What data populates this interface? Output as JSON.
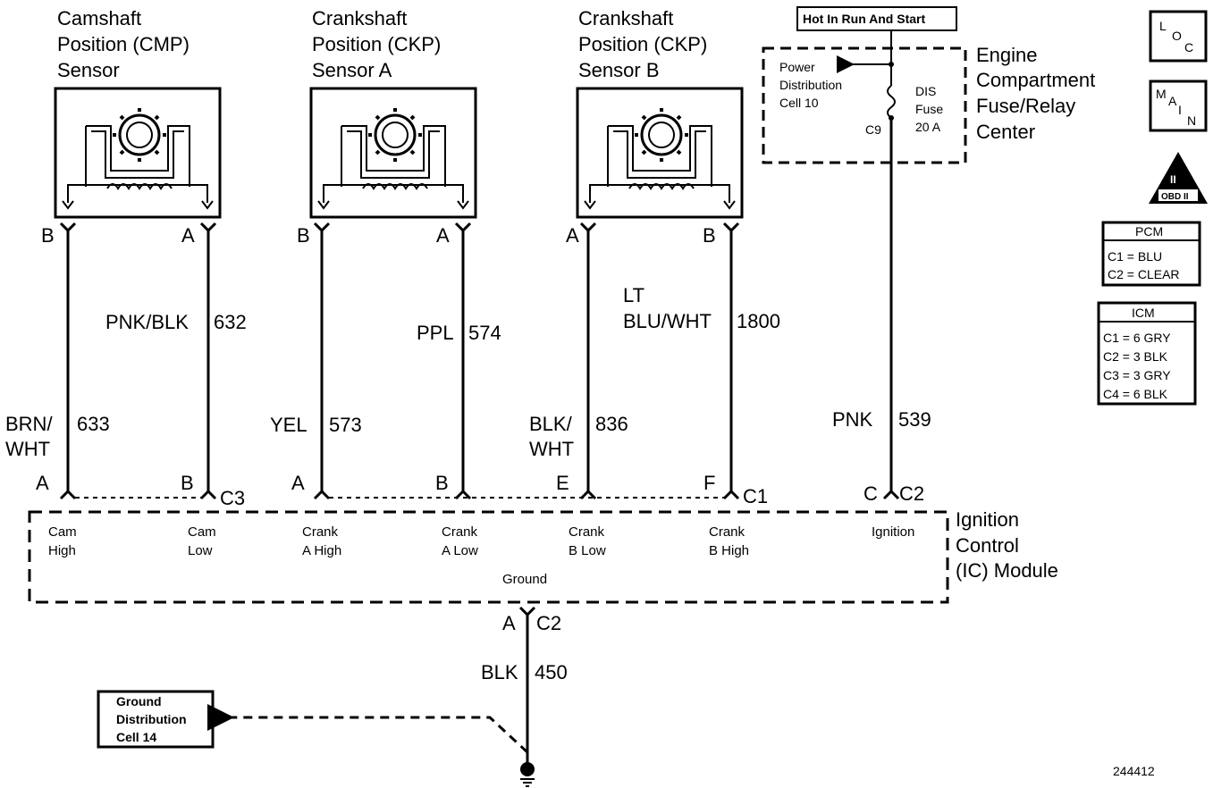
{
  "sensors": {
    "cmp": {
      "title": [
        "Camshaft",
        "Position (CMP)",
        "Sensor"
      ],
      "pin_left": "B",
      "pin_right": "A"
    },
    "ckp_a": {
      "title": [
        "Crankshaft",
        "Position (CKP)",
        "Sensor A"
      ],
      "pin_left": "B",
      "pin_right": "A"
    },
    "ckp_b": {
      "title": [
        "Crankshaft",
        "Position (CKP)",
        "Sensor B"
      ],
      "pin_left": "A",
      "pin_right": "B"
    }
  },
  "wires": {
    "w632": {
      "color": "PNK/BLK",
      "circuit": "632"
    },
    "w633": {
      "color": [
        "BRN/",
        "WHT"
      ],
      "circuit": "633"
    },
    "w573": {
      "color": "YEL",
      "circuit": "573"
    },
    "w574": {
      "color": "PPL",
      "circuit": "574"
    },
    "w836": {
      "color": [
        "BLK/",
        "WHT"
      ],
      "circuit": "836"
    },
    "w1800": {
      "color": [
        "LT",
        "BLU/WHT"
      ],
      "circuit": "1800"
    },
    "w539": {
      "color": "PNK",
      "circuit": "539"
    },
    "w450": {
      "color": "BLK",
      "circuit": "450"
    }
  },
  "fuse_center": {
    "hot_label": "Hot In Run And Start",
    "power_dist": [
      "Power",
      "Distribution",
      "Cell 10"
    ],
    "fuse": [
      "DIS",
      "Fuse",
      "20 A"
    ],
    "connector": "C9",
    "title": [
      "Engine",
      "Compartment",
      "Fuse/Relay",
      "Center"
    ]
  },
  "connectors": {
    "c3": {
      "label": "C3",
      "pins": [
        "A",
        "B"
      ]
    },
    "c1": {
      "label": "C1",
      "pins": [
        "A",
        "B",
        "E",
        "F"
      ]
    },
    "c2_top": {
      "label": "C2",
      "pin": "C"
    },
    "c2_bottom": {
      "label": "C2",
      "pin": "A"
    }
  },
  "module": {
    "title": [
      "Ignition",
      "Control",
      "(IC) Module"
    ],
    "terminals": [
      [
        "Cam",
        "High"
      ],
      [
        "Cam",
        "Low"
      ],
      [
        "Crank",
        "A High"
      ],
      [
        "Crank",
        "A Low"
      ],
      [
        "Crank",
        "B Low"
      ],
      [
        "Crank",
        "B High"
      ],
      [
        "Ignition",
        ""
      ]
    ],
    "ground": "Ground"
  },
  "ground_dist": [
    "Ground",
    "Distribution",
    "Cell 14"
  ],
  "side": {
    "loc": [
      "L",
      "O",
      "C"
    ],
    "main": [
      "M",
      "A",
      "I",
      "N"
    ],
    "obd": [
      "II",
      "OBD II"
    ],
    "pcm": {
      "title": "PCM",
      "rows": [
        "C1 = BLU",
        "C2 = CLEAR"
      ]
    },
    "icm": {
      "title": "ICM",
      "rows": [
        "C1 = 6 GRY",
        "C2 = 3 BLK",
        "C3 = 3 GRY",
        "C4 = 6 BLK"
      ]
    }
  },
  "figure_id": "244412"
}
